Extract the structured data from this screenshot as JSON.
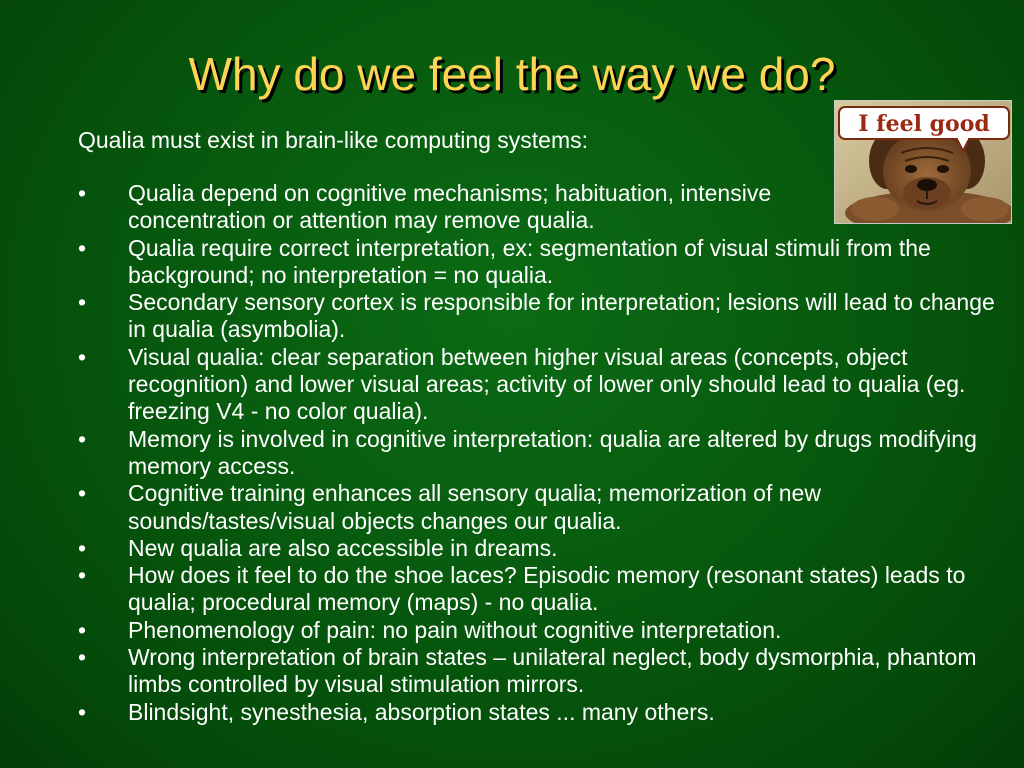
{
  "slide": {
    "title": "Why do we feel the way we do?",
    "intro": "Qualia must exist in brain-like computing systems:",
    "bullet_symbol": "•",
    "bullets": [
      "Qualia depend on cognitive mechanisms; habituation, intensive concentration or attention may remove qualia.",
      "Qualia require correct interpretation, ex: segmentation of visual stimuli from the background; no interpretation = no qualia.",
      "Secondary sensory cortex is responsible for interpretation; lesions will lead to change in qualia (asymbolia).",
      "Visual qualia: clear separation between higher visual areas (concepts, object recognition) and lower visual areas; activity of lower only should lead to qualia (eg. freezing V4 - no color qualia).",
      "Memory is involved in cognitive interpretation: qualia are altered by drugs modifying memory access.",
      "Cognitive training enhances all sensory qualia; memorization of new sounds/tastes/visual objects changes our qualia.",
      "New qualia are also accessible in dreams.",
      "How does it feel to do the shoe laces? Episodic memory (resonant states) leads to qualia; procedural memory (maps) - no qualia.",
      "Phenomenology of pain: no pain without cognitive interpretation.",
      "Wrong interpretation of brain states – unilateral neglect, body dysmorphia, phantom limbs controlled by visual stimulation mirrors.",
      "Blindsight, synesthesia, absorption states ... many others."
    ]
  },
  "picture": {
    "caption": "I feel good",
    "icon": "dog-picture-icon",
    "colors": {
      "background": "#c8b98a",
      "dog": "#8a5a30",
      "speech_bubble": "#ffffff",
      "caption_text": "#9c2a12"
    }
  },
  "theme": {
    "background": "#075a0e",
    "title_color": "#ffd455",
    "text_color": "#ffffff"
  }
}
